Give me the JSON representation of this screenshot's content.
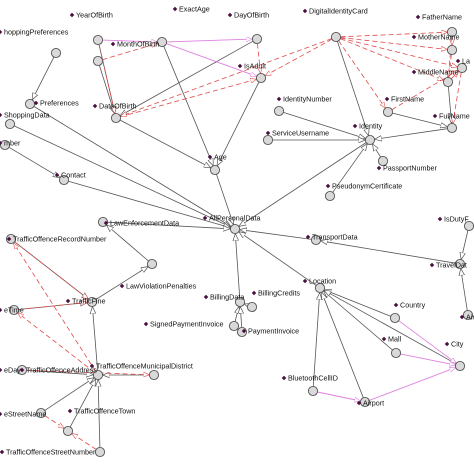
{
  "colors": {
    "subclass_edge": "#555555",
    "disjoint_edge": "#e04a4a",
    "equivalent_edge": "#e080e0",
    "node_fill": "#d9d9d9",
    "node_stroke": "#555555",
    "label_marker": "#4a1040"
  },
  "nodes": [
    {
      "id": "YearOfBirth",
      "label": "YearOfBirth"
    },
    {
      "id": "ExactAge",
      "label": "ExactAge"
    },
    {
      "id": "DayOfBirth",
      "label": "DayOfBirth"
    },
    {
      "id": "DigitalIdentityCard",
      "label": "DigitalIdentityCard"
    },
    {
      "id": "FatherName",
      "label": "FatherName"
    },
    {
      "id": "MotherName",
      "label": "MotherName"
    },
    {
      "id": "ShoppingPreferences",
      "label": "hoppingPreferences"
    },
    {
      "id": "MonthOfBirth",
      "label": "MonthOfBirth"
    },
    {
      "id": "IsAdult",
      "label": "IsAdult"
    },
    {
      "id": "MiddleName",
      "label": "MiddleName"
    },
    {
      "id": "La",
      "label": "La"
    },
    {
      "id": "Preferences",
      "label": "Preferences"
    },
    {
      "id": "DateOfBirth",
      "label": "DateOfBirth"
    },
    {
      "id": "IdentityNumber",
      "label": "IdentityNumber"
    },
    {
      "id": "FirstName",
      "label": "FirstName"
    },
    {
      "id": "ShoppingData",
      "label": "ShoppingData"
    },
    {
      "id": "FullName",
      "label": "FullName"
    },
    {
      "id": "ServiceUsername",
      "label": "ServiceUsername"
    },
    {
      "id": "Identity",
      "label": "Identity"
    },
    {
      "id": "Number",
      "label": "mber"
    },
    {
      "id": "PassportNumber",
      "label": "PassportNumber"
    },
    {
      "id": "Age",
      "label": "Age"
    },
    {
      "id": "Contact",
      "label": "Contact"
    },
    {
      "id": "PseudonymCertificate",
      "label": "PseudonymCertificate"
    },
    {
      "id": "LawEnforcementData",
      "label": "LawEnforcementData"
    },
    {
      "id": "AllPersonalData",
      "label": "AllPersonalData"
    },
    {
      "id": "IsDutyF",
      "label": "IsDutyF"
    },
    {
      "id": "TrafficOffenceRecordNumber",
      "label": "TrafficOffenceRecordNumber"
    },
    {
      "id": "TransportData",
      "label": "TransportData"
    },
    {
      "id": "TravelDat",
      "label": "TravelDat"
    },
    {
      "id": "LawViolationPenalties",
      "label": "LawViolationPenalties"
    },
    {
      "id": "Location",
      "label": "Location"
    },
    {
      "id": "AirT",
      "label": "AirT"
    },
    {
      "id": "TrafficFine",
      "label": "TrafficFine"
    },
    {
      "id": "BillingData",
      "label": "BillingData"
    },
    {
      "id": "BillingCredits",
      "label": "BillingCredits"
    },
    {
      "id": "OffenceTime",
      "label": "eTime"
    },
    {
      "id": "Country",
      "label": "Country"
    },
    {
      "id": "SignedPaymentInvoice",
      "label": "SignedPaymentInvoice"
    },
    {
      "id": "PaymentInvoice",
      "label": "PaymentInvoice"
    },
    {
      "id": "Mall",
      "label": "Mall"
    },
    {
      "id": "City",
      "label": "City"
    },
    {
      "id": "OffenceDay",
      "label": "eDay"
    },
    {
      "id": "TrafficOffenceAddress",
      "label": "TrafficOffenceAddress"
    },
    {
      "id": "TrafficOffenceMunicipalDistrict",
      "label": "TrafficOffenceMunicipalDistrict"
    },
    {
      "id": "BluetoothCellID",
      "label": "BluetoothCellID"
    },
    {
      "id": "Airport",
      "label": "Airport"
    },
    {
      "id": "OffenceStreetName",
      "label": "eStreetName"
    },
    {
      "id": "TrafficOffenceTown",
      "label": "TrafficOffenceTown"
    },
    {
      "id": "TrafficOffenceStreetNumber",
      "label": "TrafficOffenceStreetNumber"
    }
  ],
  "edges": [
    {
      "from": "Preferences",
      "to": "AllPersonalData",
      "type": "subclass"
    },
    {
      "from": "ShoppingPreferences",
      "to": "Preferences",
      "type": "subclass"
    },
    {
      "from": "ShoppingData",
      "to": "AllPersonalData",
      "type": "subclass"
    },
    {
      "from": "Number",
      "to": "Contact",
      "type": "subclass"
    },
    {
      "from": "Contact",
      "to": "AllPersonalData",
      "type": "subclass"
    },
    {
      "from": "Age",
      "to": "AllPersonalData",
      "type": "subclass"
    },
    {
      "from": "DateOfBirth",
      "to": "Age",
      "type": "subclass"
    },
    {
      "from": "IsAdult",
      "to": "Age",
      "type": "subclass"
    },
    {
      "from": "ExactAge",
      "to": "Age",
      "type": "subclass"
    },
    {
      "from": "YearOfBirth",
      "to": "DateOfBirth",
      "type": "subclass"
    },
    {
      "from": "MonthOfBirth",
      "to": "DateOfBirth",
      "type": "subclass"
    },
    {
      "from": "DayOfBirth",
      "to": "DateOfBirth",
      "type": "subclass"
    },
    {
      "from": "Identity",
      "to": "AllPersonalData",
      "type": "subclass"
    },
    {
      "from": "IdentityNumber",
      "to": "Identity",
      "type": "subclass"
    },
    {
      "from": "ServiceUsername",
      "to": "Identity",
      "type": "subclass"
    },
    {
      "from": "PassportNumber",
      "to": "Identity",
      "type": "subclass"
    },
    {
      "from": "PseudonymCertificate",
      "to": "Identity",
      "type": "subclass"
    },
    {
      "from": "FullName",
      "to": "Identity",
      "type": "subclass"
    },
    {
      "from": "DigitalIdentityCard",
      "to": "Identity",
      "type": "subclass"
    },
    {
      "from": "FirstName",
      "to": "FullName",
      "type": "subclass"
    },
    {
      "from": "MiddleName",
      "to": "FullName",
      "type": "subclass"
    },
    {
      "from": "LawEnforcementData",
      "to": "AllPersonalData",
      "type": "subclass"
    },
    {
      "from": "LawViolationPenalties",
      "to": "LawEnforcementData",
      "type": "subclass"
    },
    {
      "from": "TrafficFine",
      "to": "LawViolationPenalties",
      "type": "subclass"
    },
    {
      "from": "TrafficOffenceRecordNumber",
      "to": "TrafficFine",
      "type": "subclass"
    },
    {
      "from": "OffenceTime",
      "to": "TrafficFine",
      "type": "subclass"
    },
    {
      "from": "TrafficOffenceAddress",
      "to": "TrafficFine",
      "type": "subclass"
    },
    {
      "from": "OffenceDay",
      "to": "TrafficOffenceAddress",
      "type": "subclass"
    },
    {
      "from": "TrafficOffenceMunicipalDistrict",
      "to": "TrafficOffenceAddress",
      "type": "subclass"
    },
    {
      "from": "OffenceStreetName",
      "to": "TrafficOffenceAddress",
      "type": "subclass"
    },
    {
      "from": "TrafficOffenceTown",
      "to": "TrafficOffenceAddress",
      "type": "subclass"
    },
    {
      "from": "TrafficOffenceStreetNumber",
      "to": "TrafficOffenceAddress",
      "type": "subclass"
    },
    {
      "from": "BillingData",
      "to": "AllPersonalData",
      "type": "subclass"
    },
    {
      "from": "BillingCredits",
      "to": "BillingData",
      "type": "subclass"
    },
    {
      "from": "SignedPaymentInvoice",
      "to": "BillingData",
      "type": "subclass"
    },
    {
      "from": "PaymentInvoice",
      "to": "BillingData",
      "type": "subclass"
    },
    {
      "from": "Location",
      "to": "AllPersonalData",
      "type": "subclass"
    },
    {
      "from": "Country",
      "to": "Location",
      "type": "subclass"
    },
    {
      "from": "Mall",
      "to": "Location",
      "type": "subclass"
    },
    {
      "from": "City",
      "to": "Location",
      "type": "subclass"
    },
    {
      "from": "BluetoothCellID",
      "to": "Location",
      "type": "subclass"
    },
    {
      "from": "Airport",
      "to": "Location",
      "type": "subclass"
    },
    {
      "from": "TransportData",
      "to": "AllPersonalData",
      "type": "subclass"
    },
    {
      "from": "TravelDat",
      "to": "TransportData",
      "type": "subclass"
    },
    {
      "from": "IsDutyF",
      "to": "TravelDat",
      "type": "subclass"
    },
    {
      "from": "AirT",
      "to": "TravelDat",
      "type": "subclass"
    },
    {
      "from": "YearOfBirth",
      "to": "ExactAge",
      "type": "equivalent"
    },
    {
      "from": "ExactAge",
      "to": "DayOfBirth",
      "type": "equivalent"
    },
    {
      "from": "ExactAge",
      "to": "IsAdult",
      "type": "equivalent"
    },
    {
      "from": "DateOfBirth",
      "to": "IsAdult",
      "type": "disjoint"
    },
    {
      "from": "YearOfBirth",
      "to": "DateOfBirth",
      "type": "disjoint"
    },
    {
      "from": "MonthOfBirth",
      "to": "ExactAge",
      "type": "disjoint"
    },
    {
      "from": "DayOfBirth",
      "to": "IsAdult",
      "type": "disjoint"
    },
    {
      "from": "DigitalIdentityCard",
      "to": "FatherName",
      "type": "disjoint"
    },
    {
      "from": "DigitalIdentityCard",
      "to": "MotherName",
      "type": "disjoint"
    },
    {
      "from": "DigitalIdentityCard",
      "to": "MiddleName",
      "type": "disjoint"
    },
    {
      "from": "DigitalIdentityCard",
      "to": "La",
      "type": "disjoint"
    },
    {
      "from": "DigitalIdentityCard",
      "to": "FirstName",
      "type": "disjoint"
    },
    {
      "from": "DigitalIdentityCard",
      "to": "IsAdult",
      "type": "disjoint"
    },
    {
      "from": "DigitalIdentityCard",
      "to": "DateOfBirth",
      "type": "disjoint"
    },
    {
      "from": "FatherName",
      "to": "MotherName",
      "type": "disjoint"
    },
    {
      "from": "FatherName",
      "to": "MiddleName",
      "type": "disjoint"
    },
    {
      "from": "MotherName",
      "to": "MiddleName",
      "type": "disjoint"
    },
    {
      "from": "MiddleName",
      "to": "La",
      "type": "disjoint"
    },
    {
      "from": "La",
      "to": "FullName",
      "type": "disjoint"
    },
    {
      "from": "FirstName",
      "to": "La",
      "type": "disjoint"
    },
    {
      "from": "TrafficOffenceRecordNumber",
      "to": "TrafficFine",
      "type": "disjoint"
    },
    {
      "from": "OffenceTime",
      "to": "TrafficFine",
      "type": "disjoint"
    },
    {
      "from": "TrafficOffenceAddress",
      "to": "OffenceTime",
      "type": "disjoint"
    },
    {
      "from": "TrafficOffenceAddress",
      "to": "TrafficOffenceRecordNumber",
      "type": "disjoint"
    },
    {
      "from": "OffenceStreetName",
      "to": "TrafficOffenceTown",
      "type": "disjoint"
    },
    {
      "from": "TrafficOffenceStreetNumber",
      "to": "TrafficOffenceTown",
      "type": "disjoint"
    },
    {
      "from": "OffenceDay",
      "to": "TrafficOffenceMunicipalDistrict",
      "type": "disjoint"
    },
    {
      "from": "Mall",
      "to": "City",
      "type": "equivalent"
    },
    {
      "from": "BluetoothCellID",
      "to": "Airport",
      "type": "equivalent"
    },
    {
      "from": "Airport",
      "to": "City",
      "type": "equivalent"
    },
    {
      "from": "Country",
      "to": "City",
      "type": "equivalent"
    }
  ]
}
